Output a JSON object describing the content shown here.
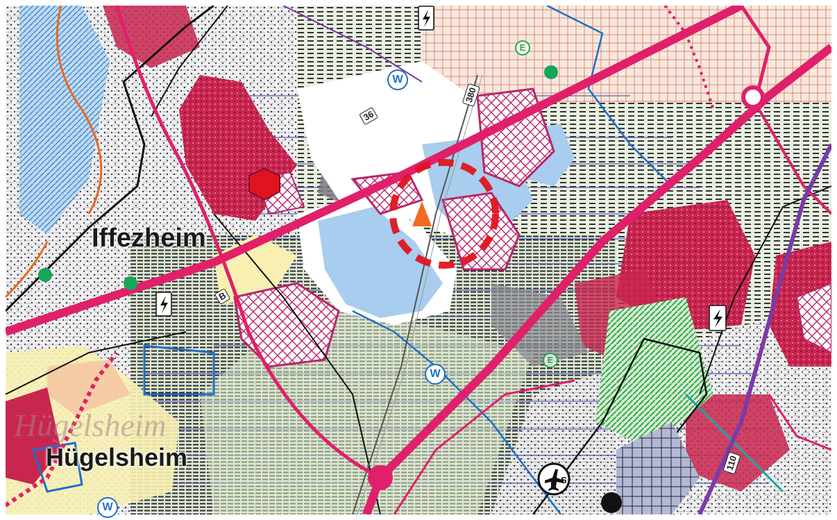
{
  "map": {
    "labels": {
      "town_1": "Iffezheim",
      "town_2": "Hügelsheim",
      "ghost_town_2": "Hügelsheim",
      "road_b36": "36",
      "road_b_prefix": "B",
      "road_380": "380",
      "road_110": "110",
      "water_symbol": "W",
      "airport_s": "S",
      "energy_e": "E"
    },
    "marker": {
      "type": "orange-triangle",
      "highlight": "red-dashed-circle"
    },
    "colors": {
      "settlement": "#c8264f",
      "main_road": "#e0206a",
      "water": "#a8cdee",
      "water_line": "#1e6ec8",
      "hatch": "#1a1a1a",
      "green_dot": "#17a55a",
      "marker_orange": "#f06b1e",
      "highlight_red": "#e0141e",
      "purple": "#7a3aa8",
      "light_green": "#d8e8c8",
      "yellow_zone": "#f7f0b2"
    },
    "icons": [
      "airport-icon",
      "lightning-icon",
      "hexagon-icon",
      "roundabout-icon",
      "water-badge-icon"
    ]
  }
}
